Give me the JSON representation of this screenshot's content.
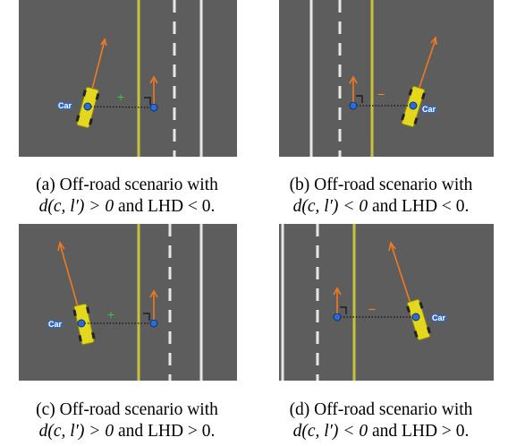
{
  "panels": [
    {
      "id": "a",
      "car_label": "Car",
      "sign": "+",
      "sign_color": "#2ecc40",
      "caption_line1": "(a) Off-road scenario with",
      "caption_math": "d(c, l′) > 0",
      "caption_rest": " and LHD < 0."
    },
    {
      "id": "b",
      "car_label": "Car",
      "sign": "−",
      "sign_color": "#ff8c1a",
      "caption_line1": "(b) Off-road scenario with",
      "caption_math": "d(c, l′) < 0",
      "caption_rest": " and LHD < 0."
    },
    {
      "id": "c",
      "car_label": "Car",
      "sign": "+",
      "sign_color": "#2ecc40",
      "caption_line1": "(c) Off-road scenario with",
      "caption_math": "d(c, l′) > 0",
      "caption_rest": " and LHD > 0."
    },
    {
      "id": "d",
      "car_label": "Car",
      "sign": "−",
      "sign_color": "#ff8c1a",
      "caption_line1": "(d) Off-road scenario with",
      "caption_math": "d(c, l′) < 0",
      "caption_rest": " and LHD > 0."
    }
  ],
  "colors": {
    "road": "#5d5d5d",
    "center_line": "#c8c23a",
    "lane_marking": "#e6e6e6",
    "car_body": "#e3d81e",
    "heading_arrow": "#f07a22",
    "point": "#2a6bd6"
  }
}
